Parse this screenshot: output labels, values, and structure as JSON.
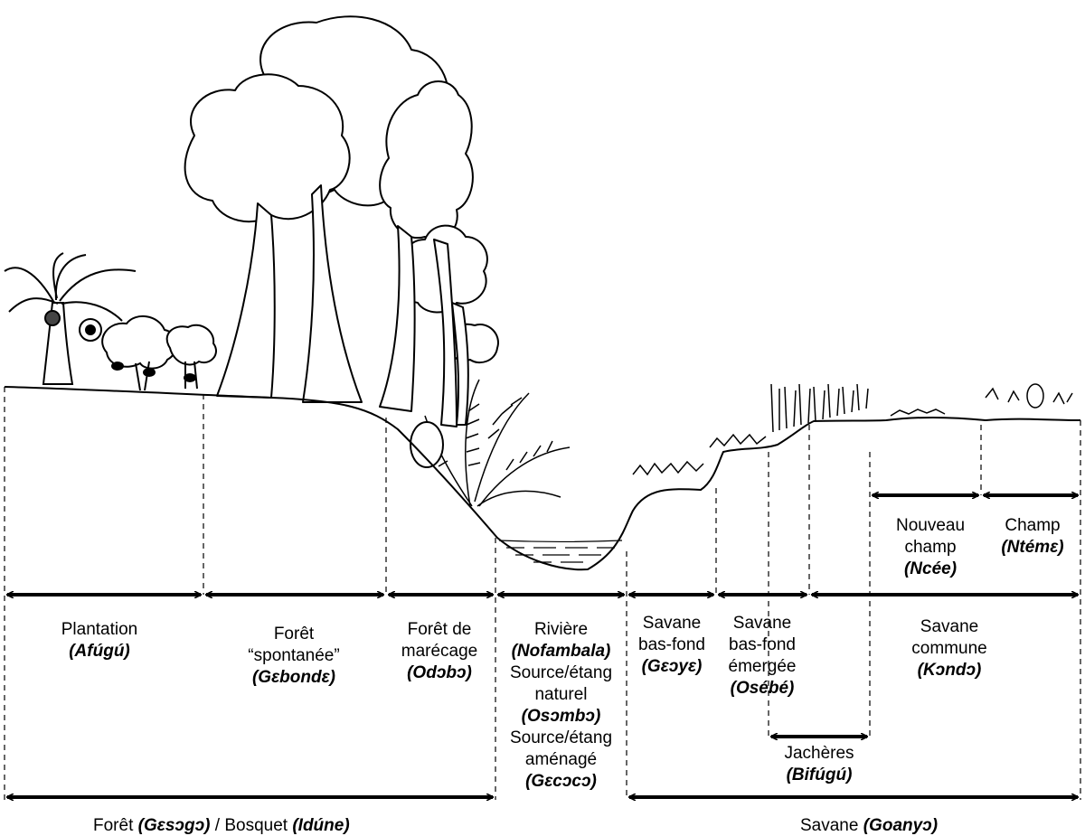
{
  "zones": [
    {
      "id": "plantation",
      "lines": [
        "Plantation"
      ],
      "local": "(Afúgú)"
    },
    {
      "id": "foret-spontanee",
      "lines": [
        "Forêt",
        "“spontanée”"
      ],
      "local": "(Gɛbondɛ)"
    },
    {
      "id": "foret-marecage",
      "lines": [
        "Forêt de",
        "marécage"
      ],
      "local": "(Odɔbɔ)"
    },
    {
      "id": "riviere",
      "lines": [
        "Rivière"
      ],
      "local": "(Nofambala)",
      "sub": [
        {
          "lines": [
            "Source/étang",
            "naturel"
          ],
          "local": "(Osɔmbɔ)"
        },
        {
          "lines": [
            "Source/étang",
            "aménagé"
          ],
          "local": "(Gɛcɔcɔ)"
        }
      ]
    },
    {
      "id": "savane-bas-fond",
      "lines": [
        "Savane",
        "bas-fond"
      ],
      "local": "(Gɛɔyɛ)"
    },
    {
      "id": "savane-bas-fond-emergee",
      "lines": [
        "Savane",
        "bas-fond",
        "émergée"
      ],
      "local": "(Osébé)"
    },
    {
      "id": "savane-commune",
      "lines": [
        "Savane",
        "commune"
      ],
      "local": "(Kɔndɔ)"
    },
    {
      "id": "nouveau-champ",
      "lines": [
        "Nouveau",
        "champ"
      ],
      "local": "(Ncée)"
    },
    {
      "id": "champ",
      "lines": [
        "Champ"
      ],
      "local": "(Ntémɛ)"
    },
    {
      "id": "jacheres",
      "lines": [
        "Jachères"
      ],
      "local": "(Bifúgú)"
    }
  ],
  "bottom": {
    "foret_label": "Forêt",
    "foret_local": "(Gɛsɔgɔ)",
    "separator": "/",
    "bosquet_label": "Bosquet",
    "bosquet_local": "(Idúne)",
    "savane_label": "Savane",
    "savane_local": "(Goanyɔ)"
  }
}
